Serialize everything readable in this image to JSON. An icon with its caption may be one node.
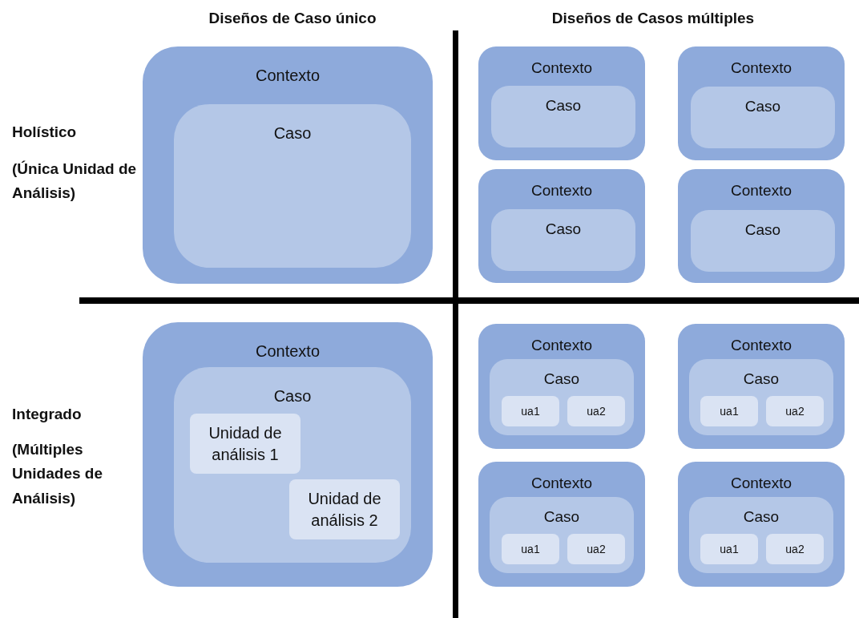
{
  "diagram": {
    "nodes": [
      {
        "text": [
          "Contexto"
        ]
      },
      {
        "text": [
          "Caso"
        ],
        "in": 0
      },
      {
        "text": [
          "Contexto"
        ]
      },
      {
        "text": [
          "Caso"
        ],
        "in": 2
      },
      {
        "text": [
          "Contexto"
        ]
      },
      {
        "text": [
          "Caso"
        ],
        "in": 4
      },
      {
        "text": [
          "Contexto"
        ]
      },
      {
        "text": [
          "Caso"
        ],
        "in": 6
      },
      {
        "text": [
          "Contexto"
        ]
      },
      {
        "text": [
          "Caso"
        ],
        "in": 8
      },
      {
        "text": [
          "Contexto"
        ]
      },
      {
        "text": [
          "Caso"
        ],
        "in": 10
      },
      {
        "text": [
          "Unidad de análisis 1"
        ],
        "in": 11
      },
      {
        "text": [
          "Unidad de análisis 2"
        ],
        "in": 11
      },
      {
        "text": [
          "Contexto"
        ]
      },
      {
        "text": [
          "Caso"
        ],
        "in": 14
      },
      {
        "text": [
          "ua1"
        ],
        "in": 15
      },
      {
        "text": [
          "ua2"
        ],
        "in": 15
      },
      {
        "text": [
          "Contexto"
        ]
      },
      {
        "text": [
          "Caso"
        ],
        "in": 18
      },
      {
        "text": [
          "ua1"
        ],
        "in": 19
      },
      {
        "text": [
          "ua2"
        ],
        "in": 19
      },
      {
        "text": [
          "Contexto"
        ]
      },
      {
        "text": [
          "Caso"
        ],
        "in": 22
      },
      {
        "text": [
          "ua1"
        ],
        "in": 23
      },
      {
        "text": [
          "ua2"
        ],
        "in": 23
      },
      {
        "text": [
          "Contexto"
        ]
      },
      {
        "text": [
          "Caso"
        ],
        "in": 26
      },
      {
        "text": [
          "ua1"
        ],
        "in": 27
      },
      {
        "text": [
          "ua2"
        ],
        "in": 27
      }
    ],
    "edges": [],
    "labels": [
      "Diseños de Caso único",
      "Diseños de Casos múltiples",
      "Holístico",
      "(Única Unidad de Análisis)",
      "Integrado",
      "(Múltiples Unidades de Análisis)"
    ]
  }
}
